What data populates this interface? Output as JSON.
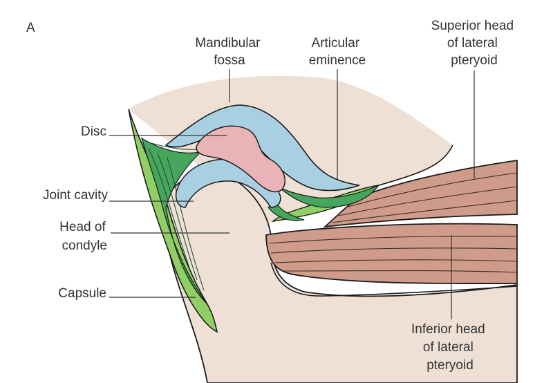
{
  "panel_label": "A",
  "labels": {
    "mandibular_fossa": [
      "Mandibular",
      "fossa"
    ],
    "articular_eminence": [
      "Articular",
      "eminence"
    ],
    "superior_head": [
      "Superior head",
      "of lateral",
      "pteryoid"
    ],
    "disc": [
      "Disc"
    ],
    "joint_cavity": [
      "Joint cavity"
    ],
    "head_of_condyle": [
      "Head of",
      "condyle"
    ],
    "capsule": [
      "Capsule"
    ],
    "inferior_head": [
      "Inferior head",
      "of lateral",
      "pteryoid"
    ]
  },
  "colors": {
    "bone": "#eee0d5",
    "articular_cartilage": "#a9cfe2",
    "disc": "#e9b3b8",
    "synovial_green": "#46a65e",
    "capsule_green": "#8fcf63",
    "muscle": "#cf9c8b",
    "outline": "#1a1a1a",
    "label_text": "#333333"
  }
}
